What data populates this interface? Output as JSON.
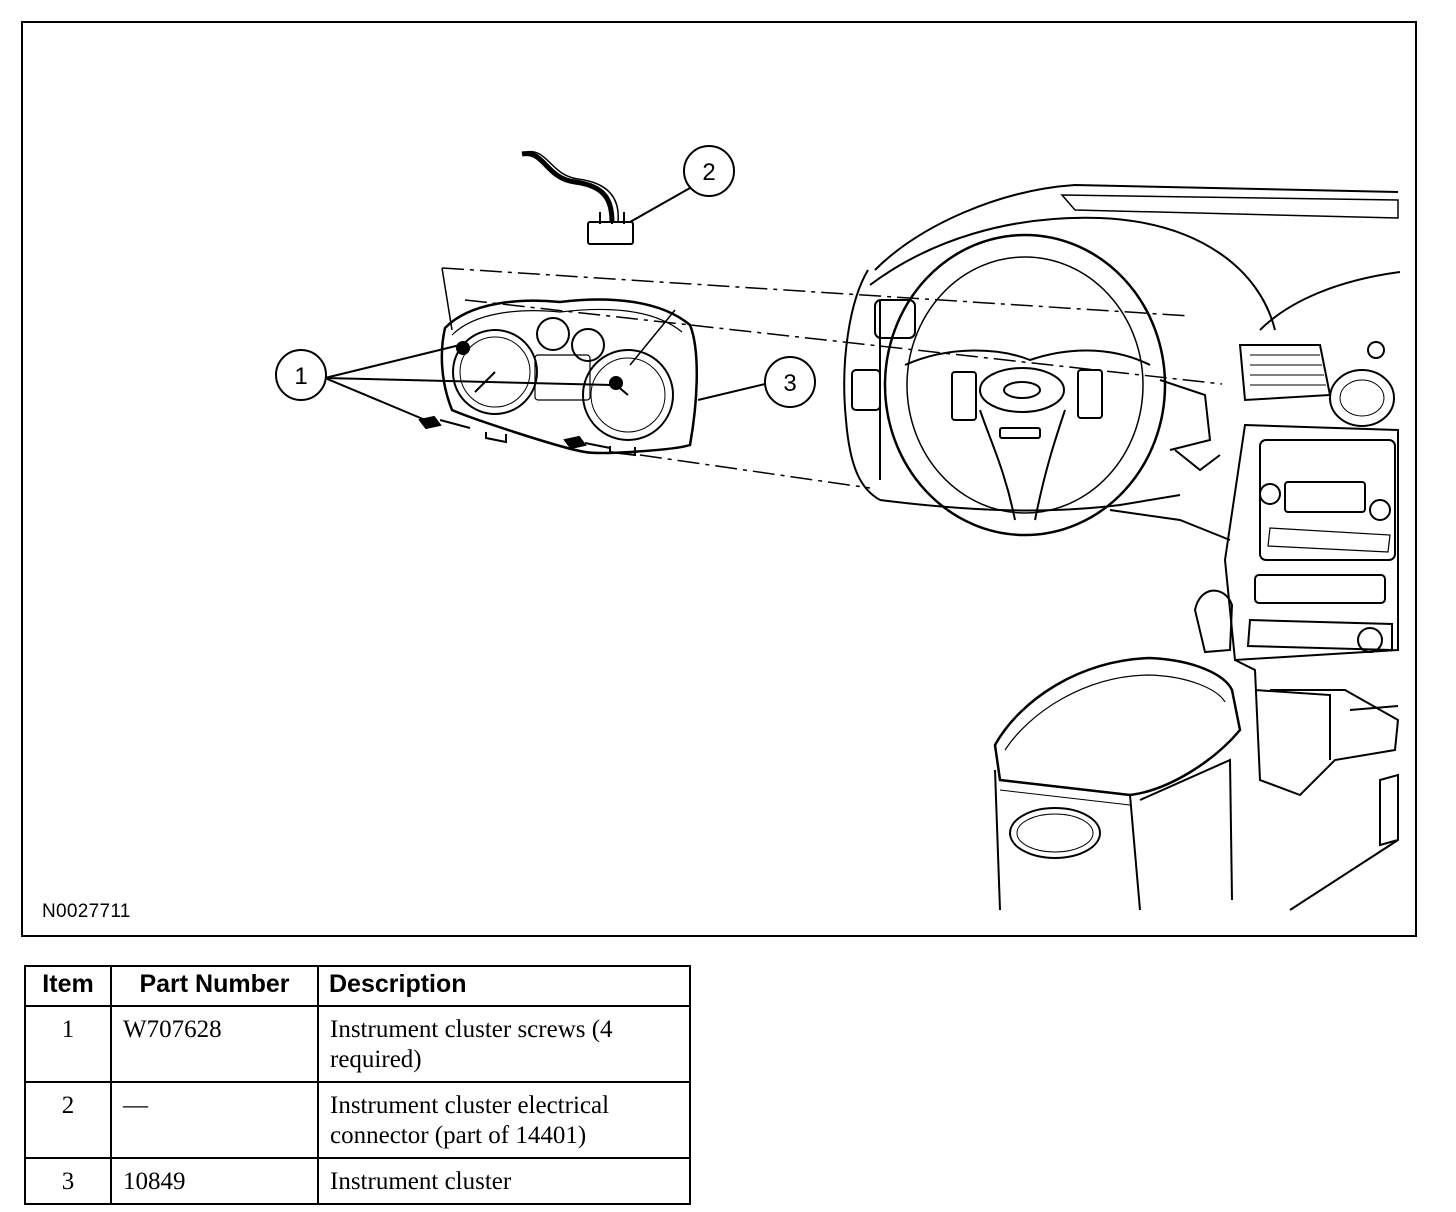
{
  "figure": {
    "id": "N0027711",
    "callouts": [
      "1",
      "2",
      "3"
    ]
  },
  "table": {
    "headers": [
      "Item",
      "Part Number",
      "Description"
    ],
    "rows": [
      {
        "item": "1",
        "part_number": "W707628",
        "description": "Instrument cluster screws (4 required)"
      },
      {
        "item": "2",
        "part_number": "—",
        "description": "Instrument cluster electrical connector (part of 14401)"
      },
      {
        "item": "3",
        "part_number": "10849",
        "description": "Instrument cluster"
      }
    ]
  }
}
